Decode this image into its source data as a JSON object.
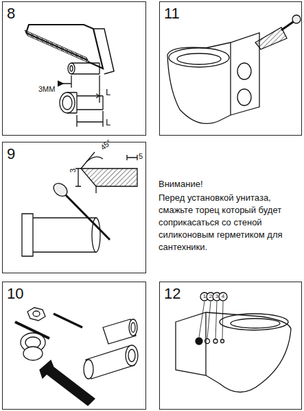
{
  "diagram": {
    "nodes": [
      {
        "text": [
          "8"
        ]
      },
      {
        "text": [
          "11"
        ]
      },
      {
        "text": [
          "9"
        ]
      },
      {
        "text": [
          "10"
        ]
      },
      {
        "text": [
          "12"
        ]
      }
    ],
    "edges": [],
    "labels": [
      "3MM",
      "L",
      "L",
      "45°",
      "5",
      "3",
      "1",
      "2",
      "3",
      "4",
      "Внимание!",
      "Перед установкой унитаза, смажьте торец который будет соприкасаться со стеной силиконовым герметиком для сантехники."
    ]
  }
}
